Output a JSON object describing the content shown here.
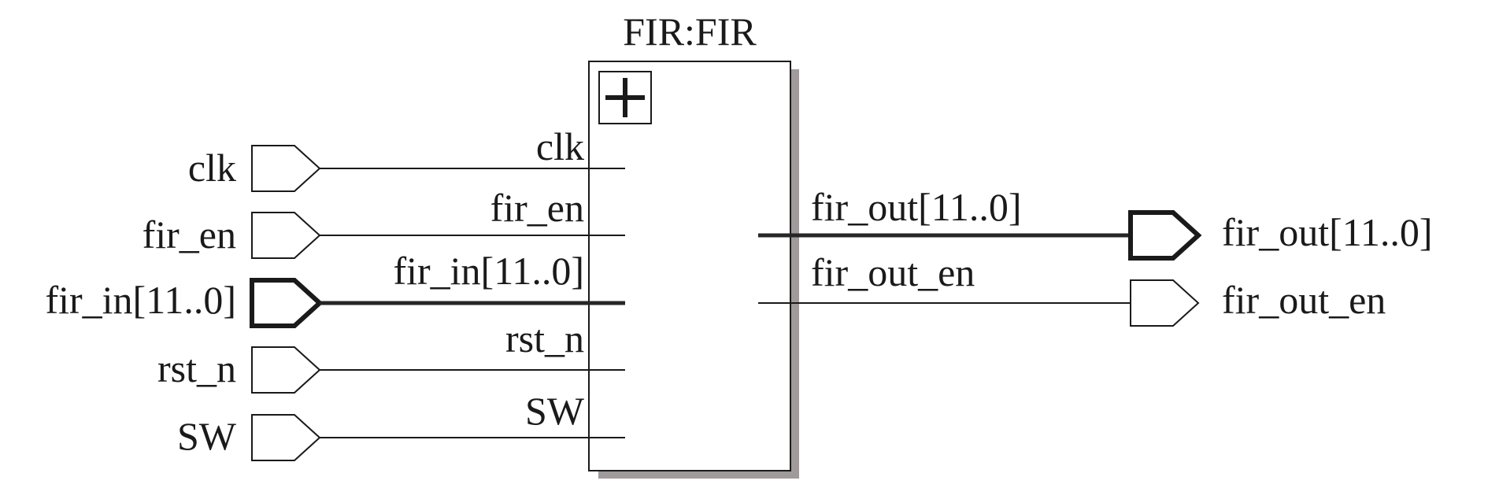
{
  "block": {
    "title": "FIR:FIR",
    "expand_icon": "plus-expand-icon",
    "inputs": [
      {
        "pin_label": "clk",
        "port_label": "clk",
        "bus": false
      },
      {
        "pin_label": "fir_en",
        "port_label": "fir_en",
        "bus": false
      },
      {
        "pin_label": "fir_in[11..0]",
        "port_label": "fir_in[11..0]",
        "bus": true
      },
      {
        "pin_label": "rst_n",
        "port_label": "rst_n",
        "bus": false
      },
      {
        "pin_label": "SW",
        "port_label": "SW",
        "bus": false
      }
    ],
    "outputs": [
      {
        "pin_label": "fir_out[11..0]",
        "port_label": "fir_out[11..0]",
        "bus": true
      },
      {
        "pin_label": "fir_out_en",
        "port_label": "fir_out_en",
        "bus": false
      }
    ]
  },
  "colors": {
    "line": "#1a1a1a",
    "bus": "#262626",
    "shadow": "#a09a9a",
    "background": "#ffffff"
  }
}
